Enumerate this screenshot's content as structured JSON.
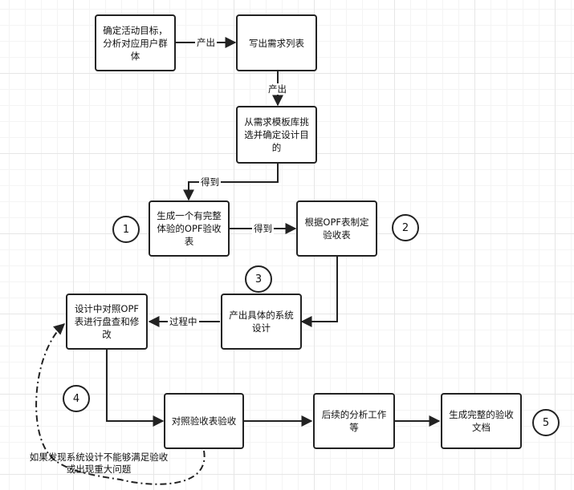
{
  "nodes": {
    "n1": "确定活动目标，分析对应用户群体",
    "n2": "写出需求列表",
    "n3": "从需求模板库挑选并确定设计目的",
    "n4": "生成一个有完整体验的OPF验收表",
    "n5": "根据OPF表制定验收表",
    "n6": "产出具体的系统设计",
    "n7": "设计中对照OPF表进行盘查和修改",
    "n8": "对照验收表验收",
    "n9": "后续的分析工作等",
    "n10": "生成完整的验收文档"
  },
  "edge_labels": {
    "e1": "产出",
    "e2": "产出",
    "e3": "得到",
    "e4": "得到",
    "e6": "过程中"
  },
  "badges": {
    "b1": "1",
    "b2": "2",
    "b3": "3",
    "b4": "4",
    "b5": "5"
  },
  "note": {
    "line1": "如果发现系统设计不能够满足验收",
    "line2": "或出现重大问题"
  },
  "colors": {
    "line": "#222222",
    "node_border": "#222222",
    "grid": "#e6e6e6"
  }
}
